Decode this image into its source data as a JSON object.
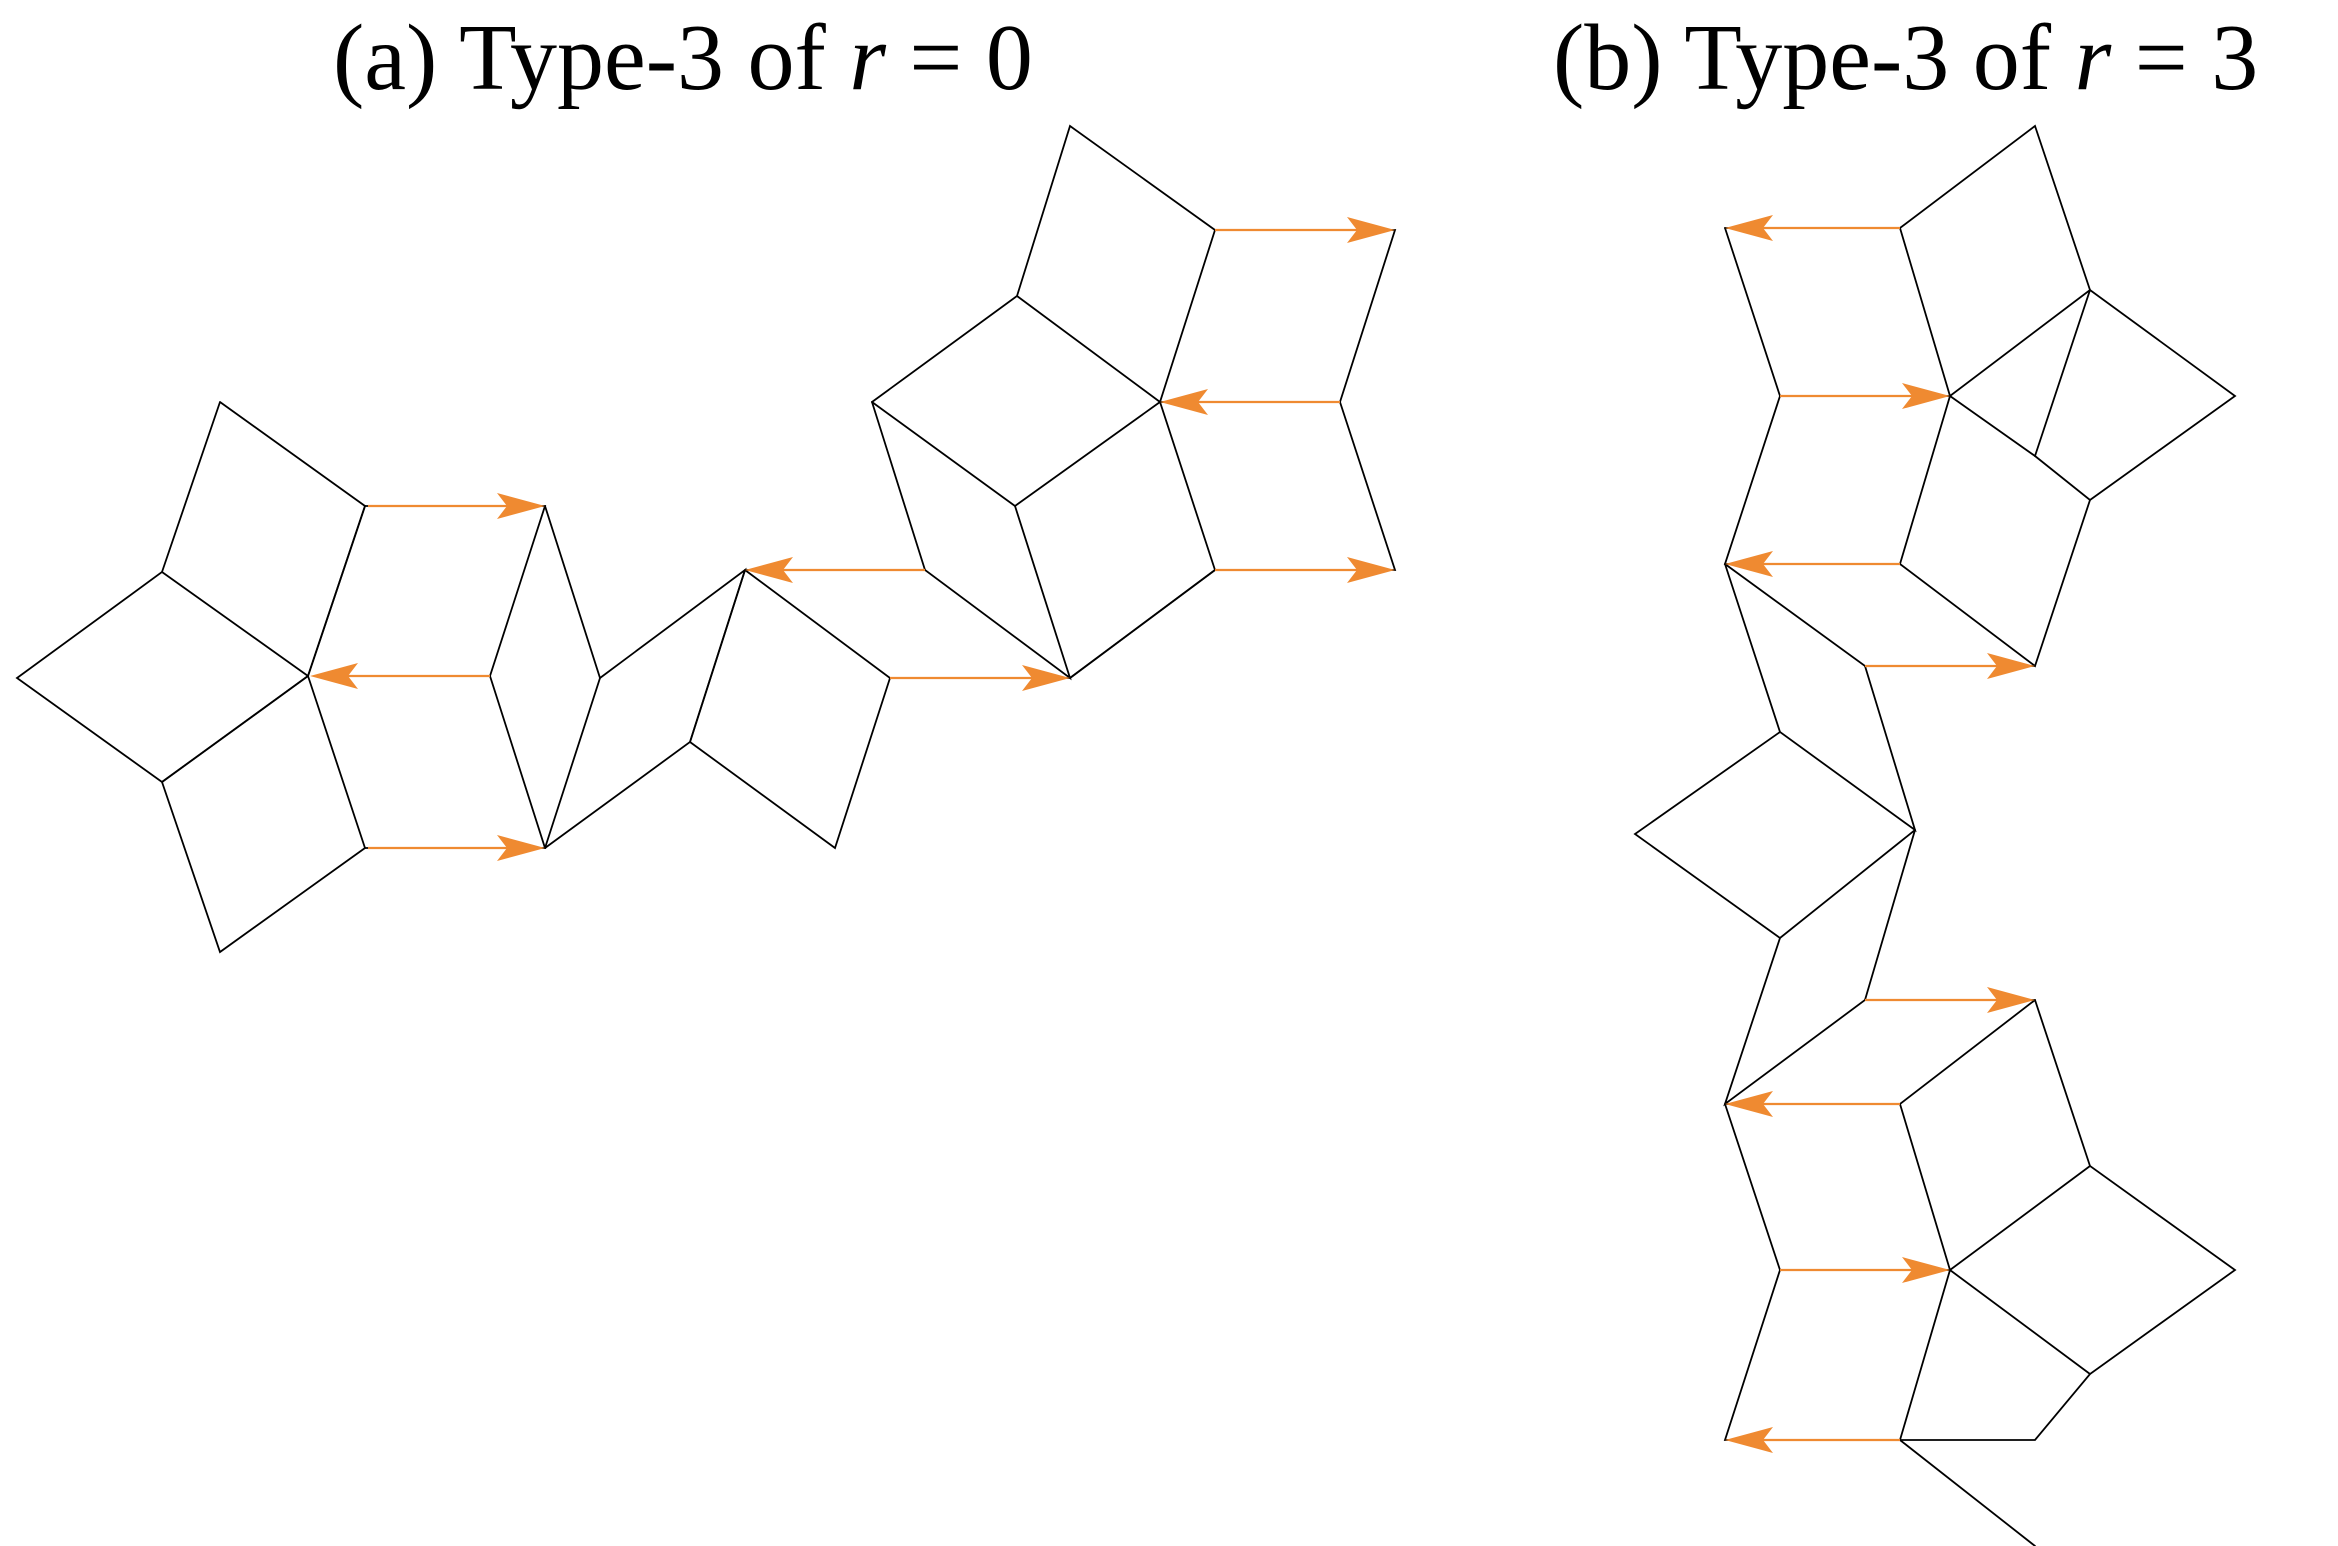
{
  "panels": [
    {
      "id": "a",
      "title_prefix": "(a) Type-3 of ",
      "title_var": "r",
      "title_rest": " = 0"
    },
    {
      "id": "b",
      "title_prefix": "(b) Type-3 of ",
      "title_var": "r",
      "title_rest": " = 3"
    }
  ],
  "colors": {
    "edge": "#000000",
    "arrow": "#ef8a31",
    "background": "#ffffff"
  }
}
